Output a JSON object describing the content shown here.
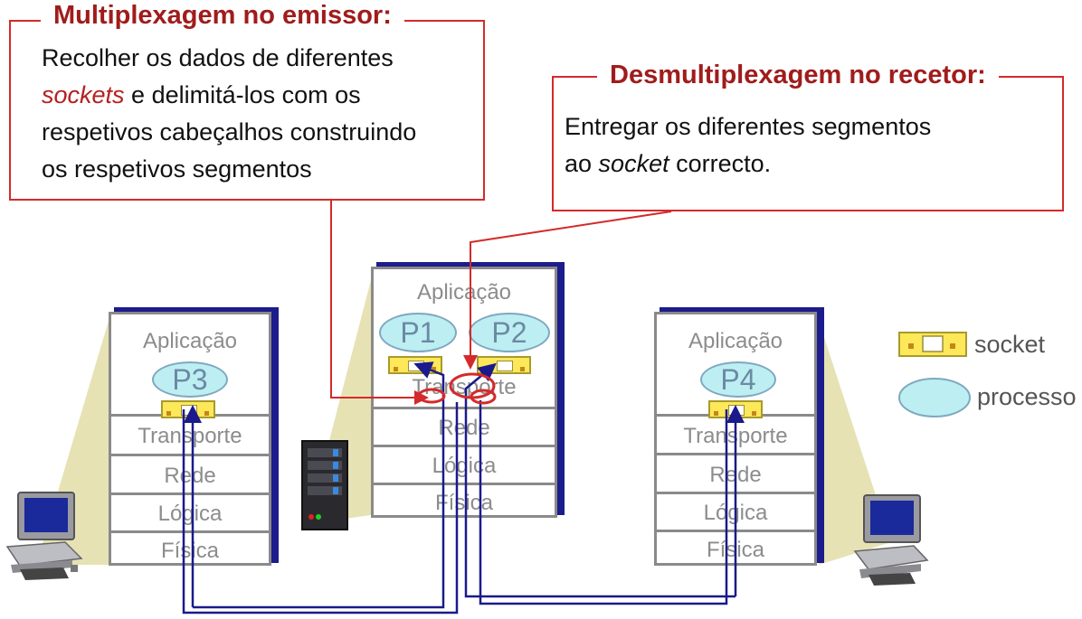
{
  "mux_callout": {
    "title": "Multiplexagem no emissor:",
    "line1": "Recolher os dados de diferentes",
    "line2_emph": "sockets",
    "line2_rest": " e delimitá-los com os",
    "line3": "respetivos cabeçalhos construindo",
    "line4": "os respetivos segmentos"
  },
  "demux_callout": {
    "title": "Desmultiplexagem no recetor:",
    "line1": "Entregar os diferentes segmentos",
    "line2_pre": "ao ",
    "line2_emph": "socket",
    "line2_post": " correcto."
  },
  "hosts": {
    "left": {
      "application": "Aplicação",
      "process": "P3",
      "transport": "Transporte",
      "network": "Rede",
      "link": "Lógica",
      "physical": "Física"
    },
    "center": {
      "application": "Aplicação",
      "process1": "P1",
      "process2": "P2",
      "transport": "Transporte",
      "network": "Rede",
      "link": "Lógica",
      "physical": "Física"
    },
    "right": {
      "application": "Aplicação",
      "process": "P4",
      "transport": "Transporte",
      "network": "Rede",
      "link": "Lógica",
      "physical": "Física"
    }
  },
  "legend": {
    "socket": "socket",
    "process": "processo"
  },
  "colors": {
    "callout_border": "#d42a2a",
    "callout_title": "#a01c1c",
    "path_line": "#1a1a8c",
    "stack_shadow": "#1c1c8c",
    "process_fill": "#bdeef2",
    "socket_fill": "#fde85a"
  }
}
